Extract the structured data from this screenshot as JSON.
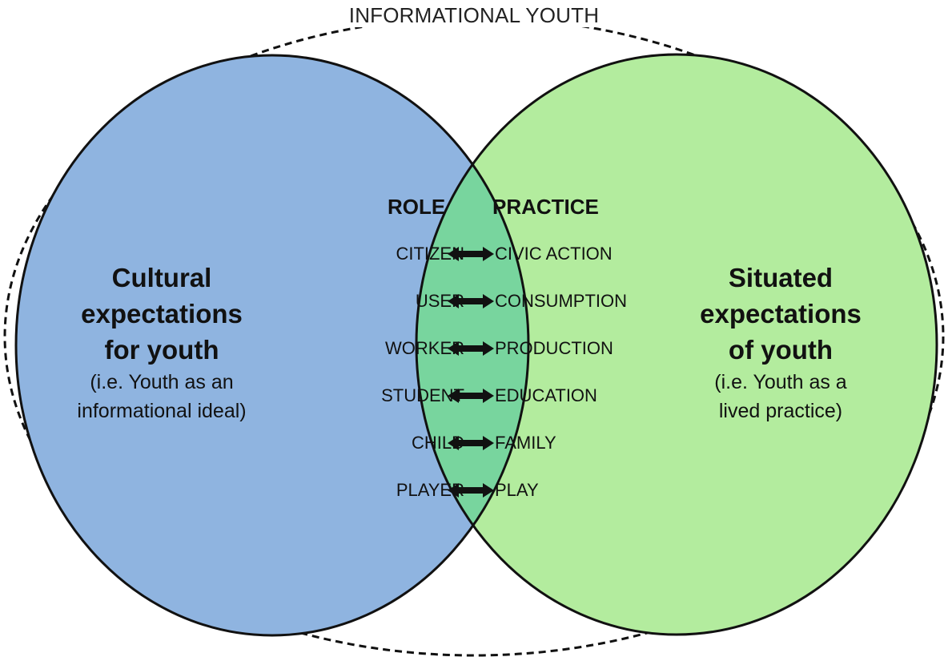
{
  "title": "INFORMATIONAL YOUTH",
  "colors": {
    "left_circle": "#8FB4E0",
    "right_circle": "#B3EC9E",
    "overlap": "#78D59E",
    "outline": "#111111"
  },
  "left": {
    "heading": "Cultural\nexpectations\nfor youth",
    "sub": "(i.e. Youth as an\ninformational ideal)"
  },
  "right": {
    "heading": "Situated\nexpectations\nof youth",
    "sub": "(i.e. Youth as a\nlived practice)"
  },
  "center": {
    "role_header": "ROLE",
    "practice_header": "PRACTICE",
    "pairs": [
      {
        "role": "CITIZEN",
        "practice": "CIVIC ACTION"
      },
      {
        "role": "USER",
        "practice": "CONSUMPTION"
      },
      {
        "role": "WORKER",
        "practice": "PRODUCTION"
      },
      {
        "role": "STUDENT",
        "practice": "EDUCATION"
      },
      {
        "role": "CHILD",
        "practice": "FAMILY"
      },
      {
        "role": "PLAYER",
        "practice": "PLAY"
      }
    ],
    "arrow_icon": "double-headed-arrow-icon"
  }
}
